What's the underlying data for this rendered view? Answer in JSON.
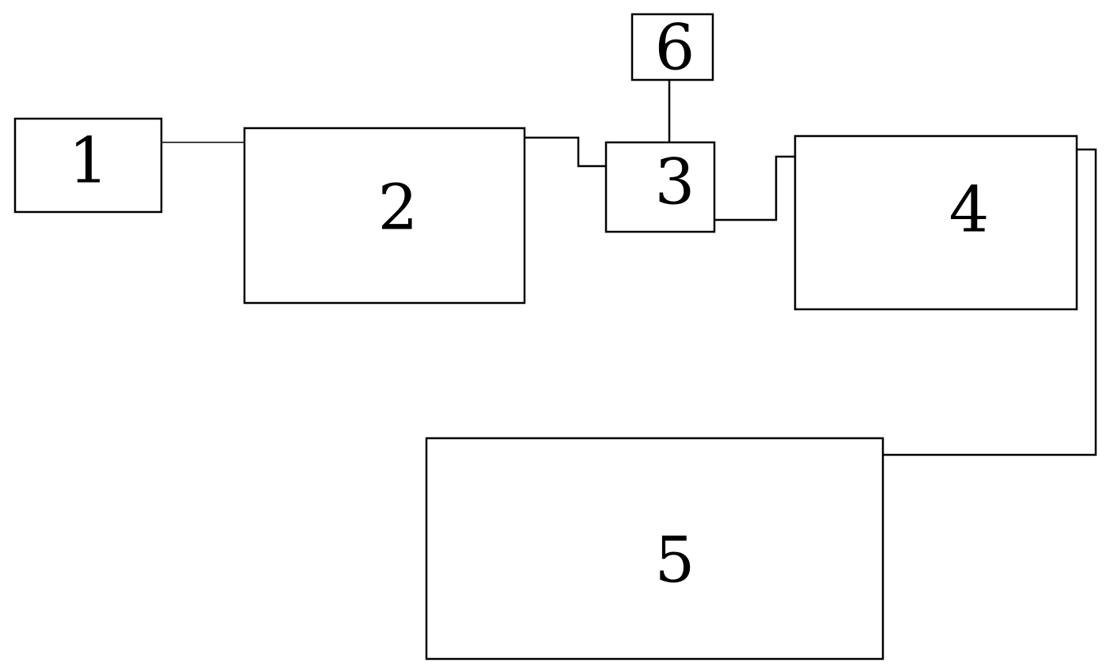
{
  "blocks": [
    {
      "id": "b1",
      "label": "1"
    },
    {
      "id": "b2",
      "label": "2"
    },
    {
      "id": "b3",
      "label": "3"
    },
    {
      "id": "b4",
      "label": "4"
    },
    {
      "id": "b5",
      "label": "5"
    },
    {
      "id": "b6",
      "label": "6"
    }
  ],
  "connections": [
    {
      "from": "1",
      "to": "2"
    },
    {
      "from": "2",
      "to": "3"
    },
    {
      "from": "6",
      "to": "3"
    },
    {
      "from": "3",
      "to": "4"
    },
    {
      "from": "4",
      "to": "5"
    }
  ],
  "colors": {
    "line": "#000000",
    "background": "#ffffff"
  }
}
